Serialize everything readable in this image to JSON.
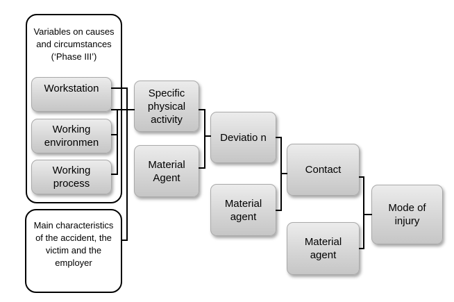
{
  "groups": {
    "variables": {
      "caption": "Variables on causes and circumstances (‘Phase III’)"
    },
    "characteristics": {
      "caption": "Main characteristics of the accident, the victim and the employer"
    }
  },
  "nodes": {
    "workstation": "Workstation",
    "working_environment": "Working environmen",
    "working_process": "Working process",
    "specific_physical_activity": "Specific physical activity",
    "material_agent_1": "Material Agent",
    "deviation": "Deviatio n",
    "material_agent_2": "Material agent",
    "contact": "Contact",
    "material_agent_3": "Material agent",
    "mode_of_injury": "Mode of injury"
  },
  "colors": {
    "node_fill_top": "#ececec",
    "node_fill_bottom": "#c6c6c6",
    "line": "#000000"
  }
}
